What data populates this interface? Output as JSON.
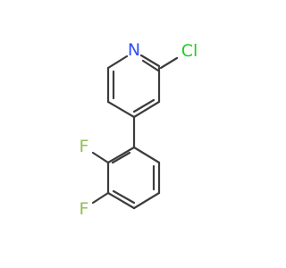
{
  "molecule": {
    "atoms": {
      "nitrogen": "N",
      "chlorine": "Cl",
      "fluorine_top": "F",
      "fluorine_bottom": "F"
    },
    "colors": {
      "bond": "#3c3c3c",
      "nitrogen": "#3050f8",
      "chlorine": "#1fcc1f",
      "fluorine": "#90c050"
    }
  }
}
